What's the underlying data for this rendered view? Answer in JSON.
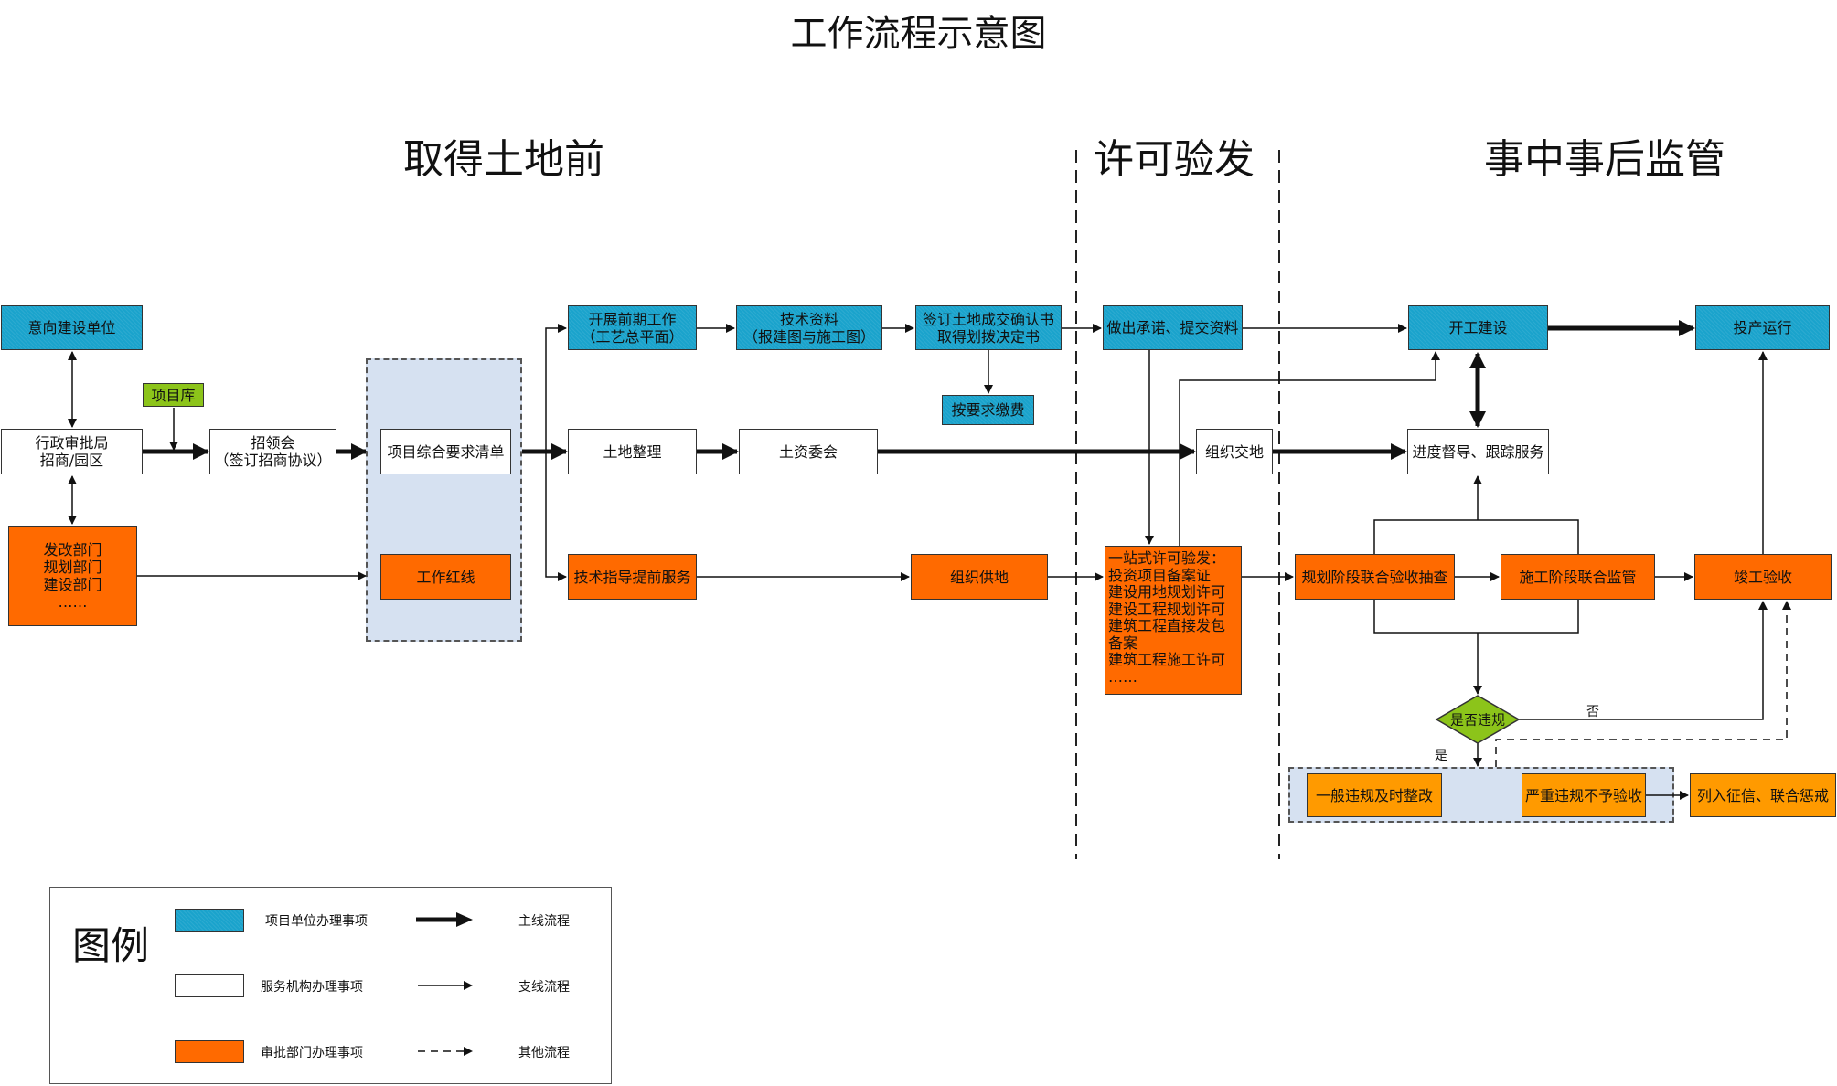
{
  "title": "工作流程示意图",
  "sections": [
    {
      "id": "pre-land",
      "label": "取得土地前"
    },
    {
      "id": "permit",
      "label": "许可验发"
    },
    {
      "id": "supervision",
      "label": "事中事后监管"
    }
  ],
  "colors": {
    "project_unit": "#1aa3cc",
    "service_agency": "#ffffff",
    "approval_dept": "#ff6a00",
    "project_pool": "#8cc41a",
    "violation_box": "#ff9a00",
    "group_fill": "#d6e1f1"
  },
  "nodes": {
    "intended_builder": "意向建设单位",
    "project_pool": "项目库",
    "admin_bureau": "行政审批局\n招商/园区",
    "departments": "发改部门\n规划部门\n建设部门\n……",
    "recruit_meeting": "招领会\n（签订招商协议）",
    "requirement_list": "项目综合要求清单",
    "work_redline": "工作红线",
    "preliminary_work": "开展前期工作\n（工艺总平面）",
    "tech_materials": "技术资料\n（报建图与施工图）",
    "sign_land": "签订土地成交确认书\n取得划拨决定书",
    "pay_fees": "按要求缴费",
    "land_arrangement": "土地整理",
    "land_committee": "土资委会",
    "tech_guidance": "技术指导提前服务",
    "organize_supply": "组织供地",
    "commitment": "做出承诺、提交资料",
    "land_handover": "组织交地",
    "one_stop": "一站式许可验发：\n投资项目备案证\n建设用地规划许可\n建设工程规划许可\n建筑工程直接发包\n备案\n建筑工程施工许可\n……",
    "start_construction": "开工建设",
    "operation": "投产运行",
    "progress_supervision": "进度督导、跟踪服务",
    "planning_inspection": "规划阶段联合验收抽查",
    "construction_supervision": "施工阶段联合监管",
    "completion_acceptance": "竣工验收",
    "violation_check": "是否违规",
    "minor_violation": "一般违规及时整改",
    "serious_violation": "严重违规不予验收",
    "credit_punish": "列入征信、联合惩戒"
  },
  "edge_labels": {
    "no": "否",
    "yes": "是"
  },
  "legend": {
    "title": "图例",
    "items": [
      {
        "swatch": "blue",
        "label": "项目单位办理事项",
        "line": "solid-thick",
        "line_label": "主线流程"
      },
      {
        "swatch": "white",
        "label": "服务机构办理事项",
        "line": "solid-thin",
        "line_label": "支线流程"
      },
      {
        "swatch": "orange",
        "label": "审批部门办理事项",
        "line": "dashed",
        "line_label": "其他流程"
      }
    ]
  }
}
